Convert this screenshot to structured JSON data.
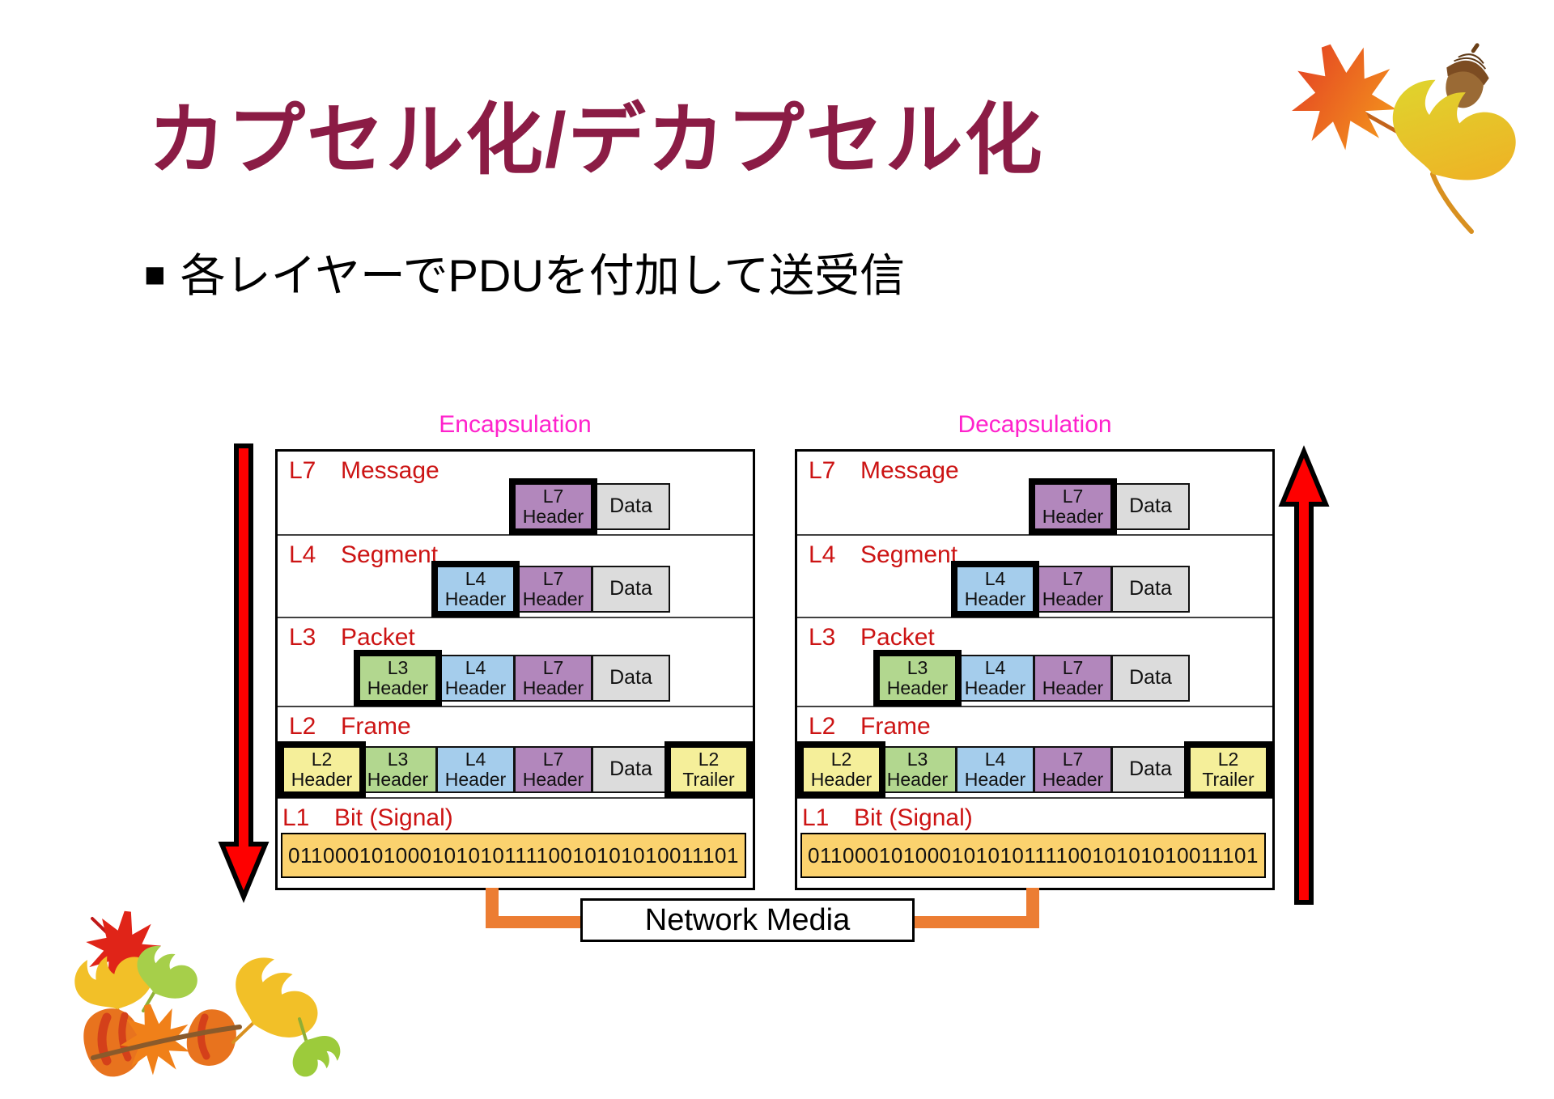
{
  "slide": {
    "title": "カプセル化/デカプセル化",
    "bullet_marker": "■",
    "bullet": "各レイヤーでPDUを付加して送受信"
  },
  "diagram_left": {
    "heading": "Encapsulation",
    "arrow_direction": "down"
  },
  "diagram_right": {
    "heading": "Decapsulation",
    "arrow_direction": "up"
  },
  "layers": [
    {
      "code": "L7",
      "name": "Message"
    },
    {
      "code": "L4",
      "name": "Segment"
    },
    {
      "code": "L3",
      "name": "Packet"
    },
    {
      "code": "L2",
      "name": "Frame"
    },
    {
      "code": "L1",
      "name": "Bit (Signal)"
    }
  ],
  "boxes": {
    "l7": {
      "line1": "L7",
      "line2": "Header"
    },
    "l4": {
      "line1": "L4",
      "line2": "Header"
    },
    "l3": {
      "line1": "L3",
      "line2": "Header"
    },
    "l2_header": {
      "line1": "L2",
      "line2": "Header"
    },
    "l2_trailer": {
      "line1": "L2",
      "line2": "Trailer"
    },
    "data": {
      "label": "Data"
    }
  },
  "bits": "01100010100010101011110010101010011101",
  "network_media": {
    "label": "Network Media"
  },
  "colors": {
    "title_maroon": "#8b1c45",
    "heading_magenta": "#ff22cc",
    "layer_label_red": "#cc1414",
    "l7_header_purple": "#b287bc",
    "l4_header_blue": "#a5cdec",
    "l3_header_green": "#b2d78f",
    "l2_yellow": "#f5ef9a",
    "data_gray": "#dcdcdc",
    "bits_gold": "#fbd26e",
    "arrow_red": "#fe0000",
    "connector_orange": "#ec7d33"
  },
  "decorations": {
    "top_right": [
      "maple-leaf",
      "acorn",
      "ginkgo-leaf"
    ],
    "bottom_left": [
      "red-maple-leaf",
      "yellow-ginkgo-leaf",
      "green-ginkgo-leaf",
      "orange-maple-leaf",
      "striped-autumn-leaf",
      "striped-autumn-leaf",
      "yellow-ginkgo-leaf",
      "small-green-ginkgo-leaf",
      "twig"
    ]
  }
}
